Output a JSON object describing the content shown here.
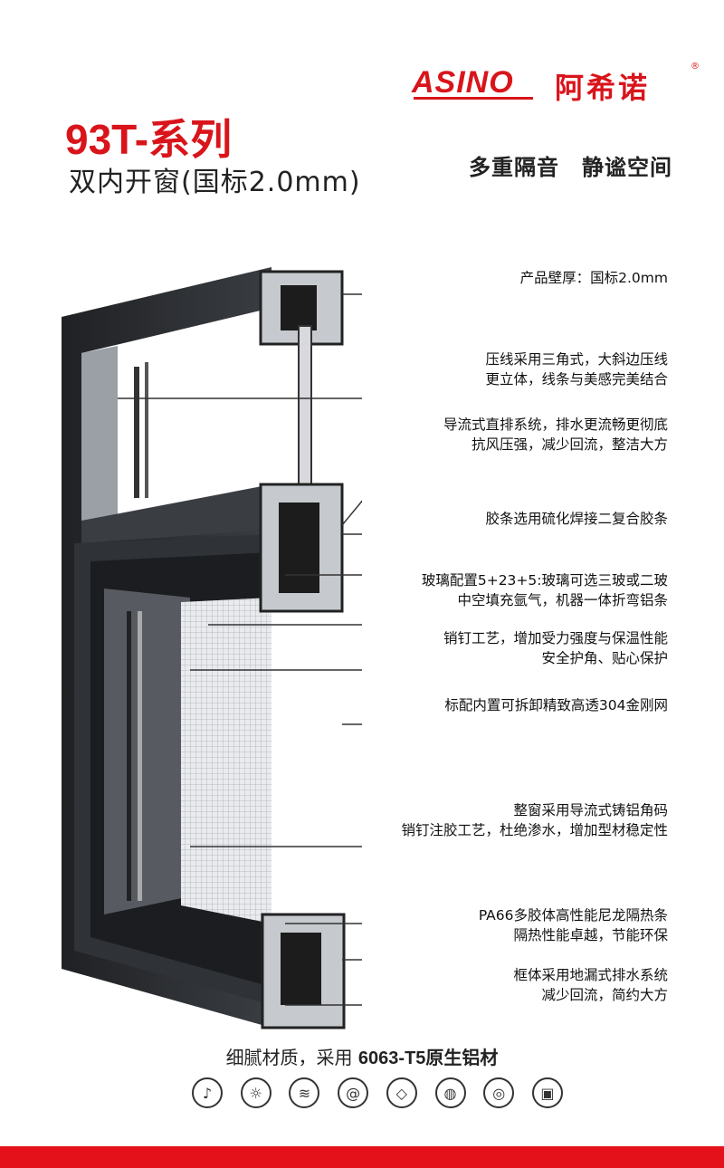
{
  "brand": {
    "logo_text": "ASINO",
    "cn_name": "阿希诺",
    "registered": "®",
    "color": "#d9141b"
  },
  "header": {
    "title": "93T-系列",
    "subtitle": "双内开窗(国标2.0mm)",
    "slogan": "多重隔音　静谧空间"
  },
  "callouts": [
    {
      "lines": [
        "产品壁厚：国标2.0mm"
      ]
    },
    {
      "lines": [
        "压线采用三角式，大斜边压线",
        "更立体，线条与美感完美结合"
      ]
    },
    {
      "lines": [
        "导流式直排系统，排水更流畅更彻底",
        "抗风压强，减少回流，整洁大方"
      ]
    },
    {
      "lines": [
        "胶条选用硫化焊接二复合胶条"
      ]
    },
    {
      "lines": [
        "玻璃配置5+23+5:玻璃可选三玻或二玻",
        "中空填充氩气，机器一体折弯铝条"
      ]
    },
    {
      "lines": [
        "销钉工艺，增加受力强度与保温性能",
        "安全护角、贴心保护"
      ]
    },
    {
      "lines": [
        "标配内置可拆卸精致高透304金刚网"
      ]
    },
    {
      "lines": [
        "整窗采用导流式铸铝角码",
        "销钉注胶工艺，杜绝渗水，增加型材稳定性"
      ]
    },
    {
      "lines": [
        "PA66多胶体高性能尼龙隔热条",
        "隔热性能卓越，节能环保"
      ]
    },
    {
      "lines": [
        "框体采用地漏式排水系统",
        "减少回流，简约大方"
      ]
    }
  ],
  "footer": {
    "prefix": "细腻材质，采用 ",
    "bold": "6063-T5原生铝材"
  },
  "icons": [
    {
      "name": "sound-proof-icon",
      "glyph": "♪"
    },
    {
      "name": "thermometer-icon",
      "glyph": "☼"
    },
    {
      "name": "wind-icon",
      "glyph": "≋"
    },
    {
      "name": "spiral-icon",
      "glyph": "@"
    },
    {
      "name": "diamond-icon",
      "glyph": "◇"
    },
    {
      "name": "water-drop-icon",
      "glyph": "◍"
    },
    {
      "name": "badge-icon",
      "glyph": "◎"
    },
    {
      "name": "lock-icon",
      "glyph": "▣"
    }
  ],
  "colors": {
    "accent": "#d9141b",
    "band": "#e4111b",
    "frame": "#2b2d31"
  }
}
